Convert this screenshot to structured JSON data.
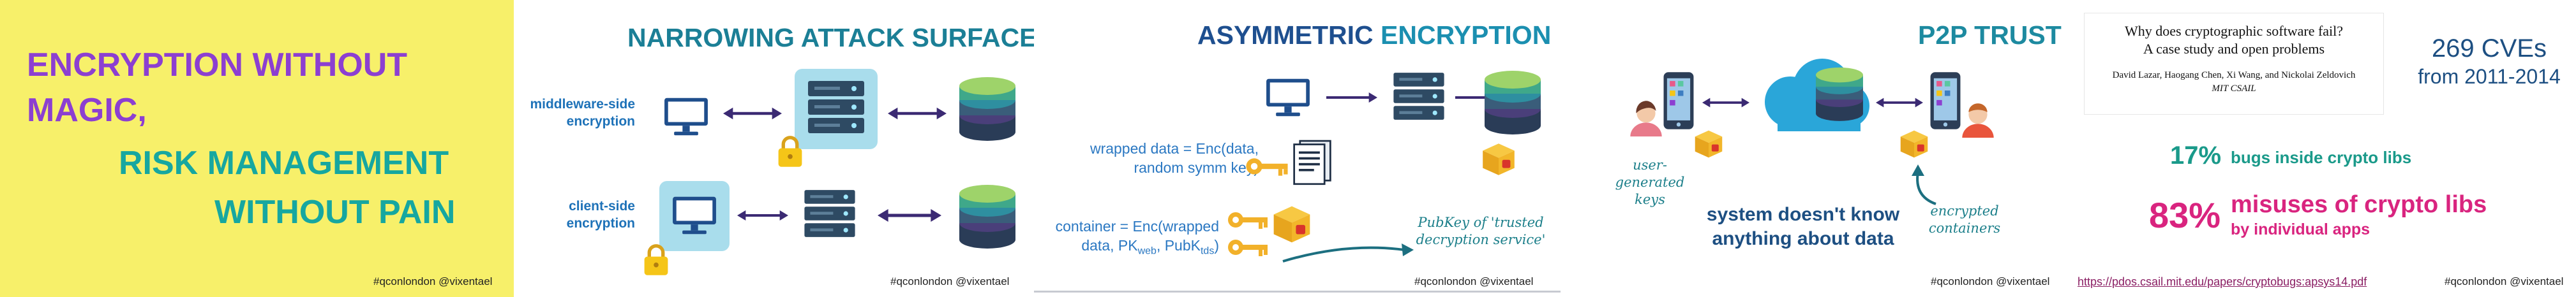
{
  "slide1": {
    "line1": "ENCRYPTION WITHOUT",
    "line2": "MAGIC,",
    "line3": "RISK MANAGEMENT",
    "line4": "WITHOUT PAIN",
    "tag": "#qconlondon @vixentael",
    "colors": {
      "background": "#f7f06a",
      "purple": "#8c3fd1",
      "teal": "#16a7a0"
    }
  },
  "slide2": {
    "title": "NARROWING ATTACK SURFACE",
    "label_middleware": "middleware-side encryption",
    "label_client": "client-side encryption",
    "tag": "#qconlondon @vixentael",
    "icons": [
      "monitor-icon",
      "server-icon",
      "database-icon",
      "lock-icon",
      "double-arrow-icon"
    ]
  },
  "slide3": {
    "title_part1": "ASYMMETRIC",
    "title_part2": "ENCRYPTION",
    "wrapped_line1": "wrapped data = Enc(data,",
    "wrapped_line2": "random symm key)",
    "container_line1": "container = Enc(wrapped",
    "container_line2_a": "data, PK",
    "container_line2_sub1": "web",
    "container_line2_b": ", PubK",
    "container_line2_sub2": "tds",
    "container_line2_c": ")",
    "pubkey_note_line1": "PubKey of 'trusted",
    "pubkey_note_line2": "decryption service'",
    "tag": "#qconlondon @vixentael",
    "colors": {
      "title_dark": "#1e4f8f",
      "title_light": "#1b8fb0"
    }
  },
  "slide4": {
    "title": "P2P TRUST",
    "user_keys_line1": "user-generated",
    "user_keys_line2": "keys",
    "system_line1": "system doesn't know",
    "system_line2": "anything about data",
    "containers_line1": "encrypted",
    "containers_line2": "containers",
    "tag": "#qconlondon @vixentael"
  },
  "slide5": {
    "paper_title_line1": "Why does cryptographic software fail?",
    "paper_title_line2": "A case study and open problems",
    "paper_authors": "David Lazar, Haogang Chen, Xi Wang, and Nickolai Zeldovich",
    "paper_affil": "MIT CSAIL",
    "cves_line1": "269 CVEs",
    "cves_line2": "from 2011-2014",
    "stat1_value": "17%",
    "stat1_text": "bugs inside crypto libs",
    "stat2_value": "83%",
    "stat2_text_line1": "misuses of crypto libs",
    "stat2_text_line2": "by individual apps",
    "link": "https://pdos.csail.mit.edu/papers/cryptobugs:apsys14.pdf",
    "tag": "#qconlondon @vixentael",
    "colors": {
      "dark_blue": "#1d4f82",
      "teal": "#1a9a8a",
      "pink": "#d9247f"
    }
  }
}
